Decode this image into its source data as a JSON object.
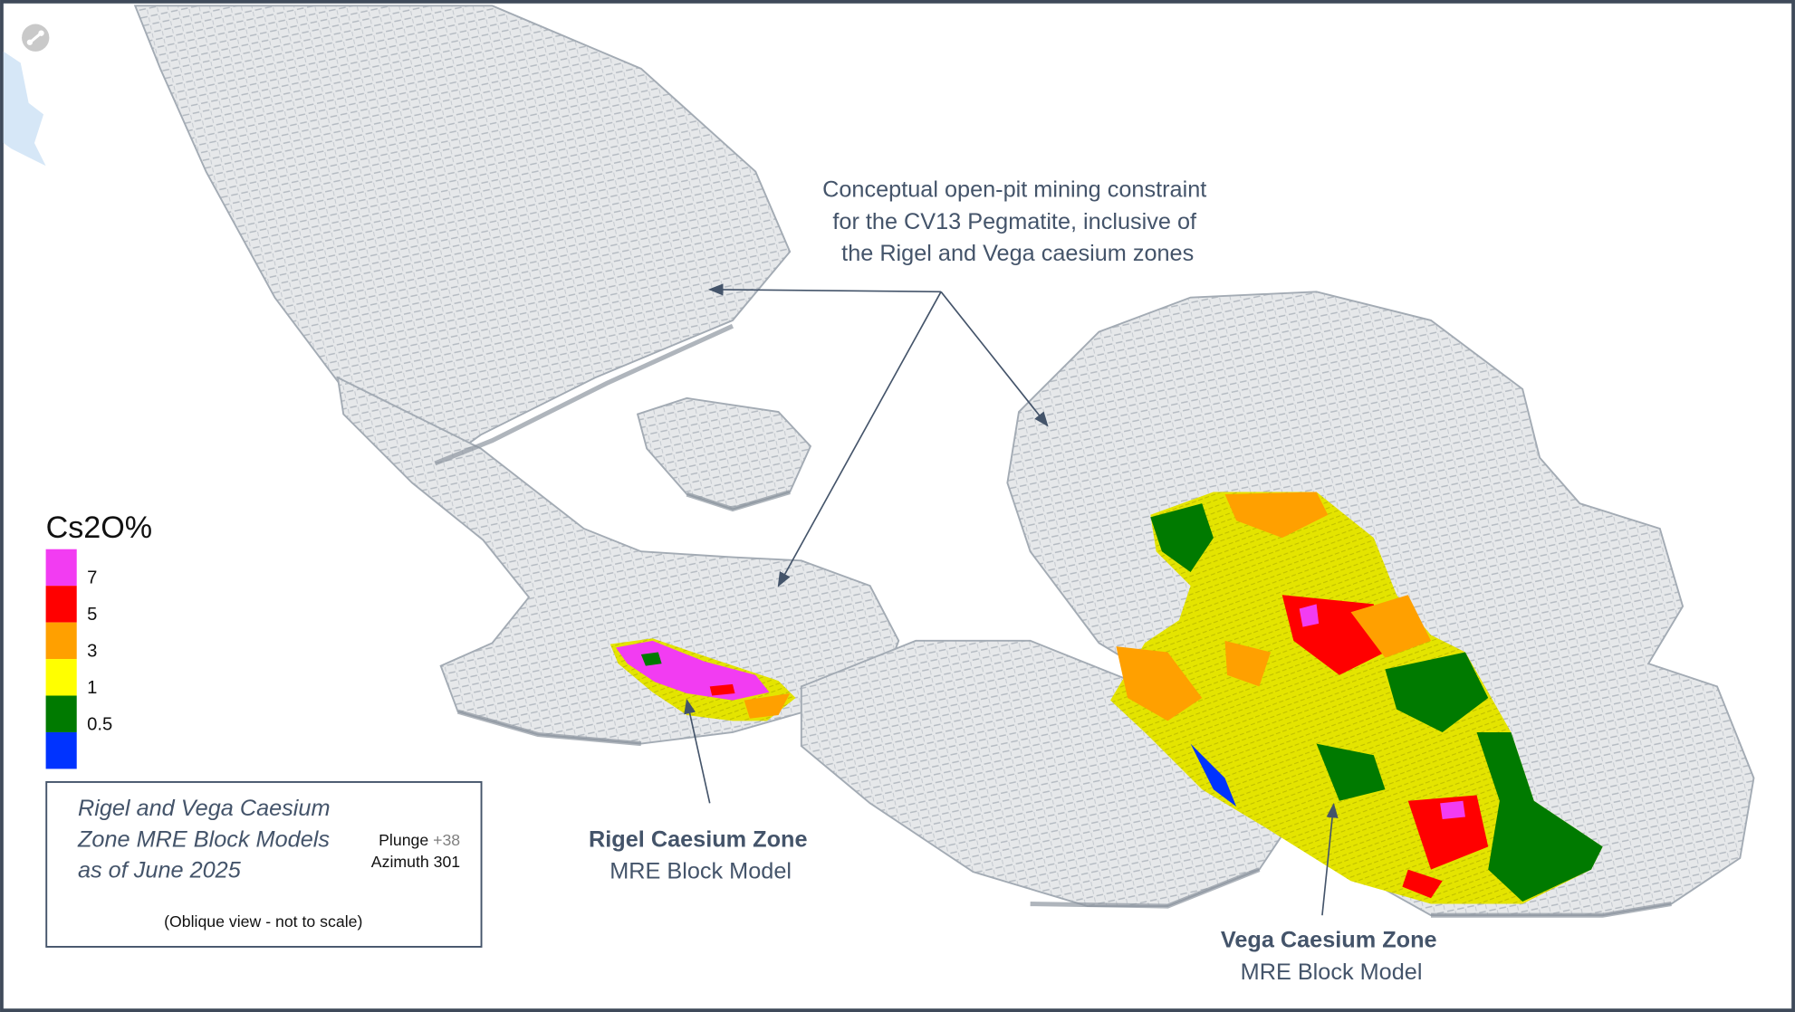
{
  "callout": {
    "lines": [
      "Conceptual open-pit mining constraint",
      "for the CV13 Pegmatite, inclusive of",
      "the Rigel and Vega caesium zones"
    ]
  },
  "rigel": {
    "title": "Rigel Caesium Zone",
    "subtitle": "MRE Block Model"
  },
  "vega": {
    "title": "Vega Caesium Zone",
    "subtitle": "MRE Block Model"
  },
  "legend": {
    "title": "Cs2O%",
    "bins": [
      {
        "label": "7",
        "color": "#f23cf2"
      },
      {
        "label": "5",
        "color": "#ff0000"
      },
      {
        "label": "3",
        "color": "#ffa000"
      },
      {
        "label": "1",
        "color": "#ffff00"
      },
      {
        "label": "0.5",
        "color": "#007a00"
      },
      {
        "label": "",
        "color": "#0033ff"
      }
    ]
  },
  "info": {
    "title_lines": [
      "Rigel and Vega Caesium",
      "Zone MRE Block Models",
      "as of June 2025"
    ],
    "plunge_label": "Plunge",
    "plunge_value": "+38",
    "azimuth": "Azimuth 301",
    "note": "(Oblique view - not to scale)"
  },
  "colors": {
    "frame": "#3f4a5a",
    "pit": "#e4e6e8",
    "pit_shadow": "#9aa3ad",
    "water": "#d6e7f7"
  }
}
